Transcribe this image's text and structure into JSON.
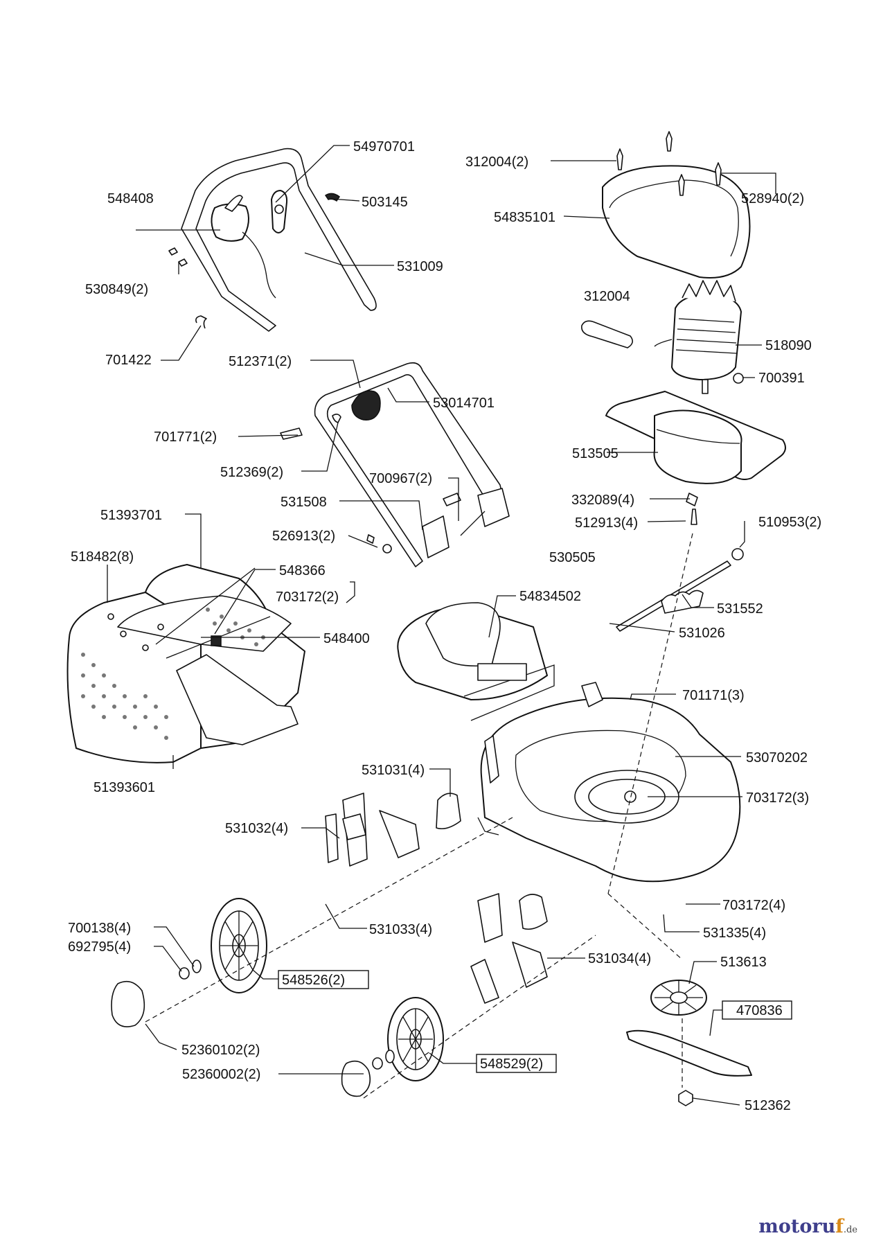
{
  "parts": {
    "p54970701": "54970701",
    "p548408": "548408",
    "p503145": "503145",
    "p531009": "531009",
    "p530849": "530849(2)",
    "p701422": "701422",
    "p312004a": "312004(2)",
    "p528940": "528940(2)",
    "p54835101": "54835101",
    "p312004b": "312004",
    "p518090": "518090",
    "p700391": "700391",
    "p512371": "512371(2)",
    "p53014701": "53014701",
    "p701771": "701771(2)",
    "p512369": "512369(2)",
    "p700967": "700967(2)",
    "p531508": "531508",
    "p513505": "513505",
    "p332089": "332089(4)",
    "p512913": "512913(4)",
    "p51393701": "51393701",
    "p526913": "526913(2)",
    "p530505": "530505",
    "p510953": "510953(2)",
    "p518482": "518482(8)",
    "p548366": "548366",
    "p703172a": "703172(2)",
    "p54834502": "54834502",
    "p531552": "531552",
    "p548400": "548400",
    "p531026": "531026",
    "p701171": "701171(3)",
    "p53070202": "53070202",
    "p51393601": "51393601",
    "p531031": "531031(4)",
    "p703172b": "703172(3)",
    "p531032": "531032(4)",
    "p703172c": "703172(4)",
    "p700138": "700138(4)",
    "p531033": "531033(4)",
    "p531335": "531335(4)",
    "p692795": "692795(4)",
    "p531034": "531034(4)",
    "p548526": "548526(2)",
    "p513613": "513613",
    "p470836": "470836",
    "p52360102": "52360102(2)",
    "p52360002": "52360002(2)",
    "p548529": "548529(2)",
    "p512362": "512362"
  },
  "brand": {
    "name_a": "motoru",
    "name_b": "f",
    "tld": ".de"
  }
}
